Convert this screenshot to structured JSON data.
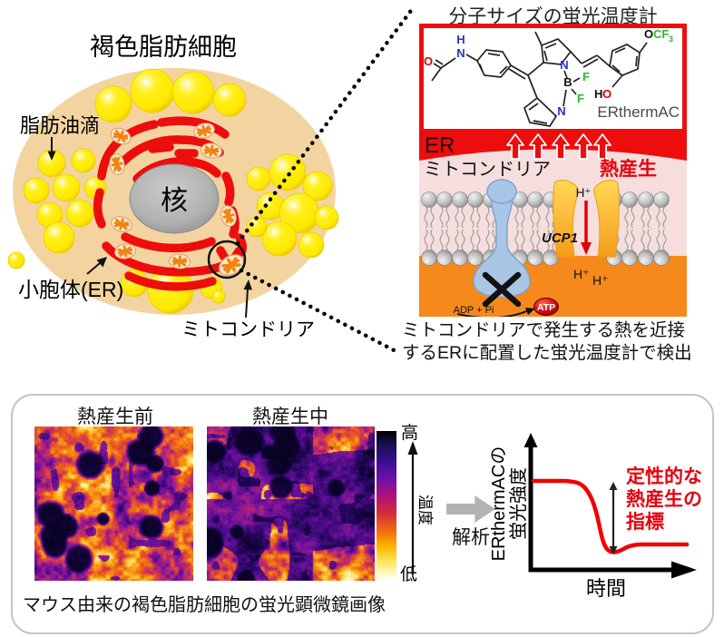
{
  "left_cell": {
    "title": "褐色脂肪細胞",
    "lipid_label": "脂肪油滴",
    "er_label": "小胞体(ER)",
    "mito_label": "ミトコンドリア",
    "nucleus_label": "核"
  },
  "thermo_panel": {
    "title": "分子サイズの蛍光温度計",
    "er_label": "ER",
    "mito_label": "ミトコンドリア",
    "heat_label": "熱産生",
    "ucp1_label": "UCP1",
    "h_plus": "H⁺",
    "adp_label": "ADP + Pi",
    "atp_label": "ATP",
    "caption1": "ミトコンドリアで発生する熱を近接",
    "caption2": "するERに配置した蛍光温度計で検出"
  },
  "molecule": {
    "o": "O",
    "h": "H",
    "n": "N",
    "b": "B",
    "f": "F",
    "ho_h": "H",
    "ho_o": "O",
    "ocf_o": "O",
    "ocf_cf": "CF",
    "ocf_sub": "3",
    "name": "ERthermAC"
  },
  "bottom_panel": {
    "label_before": "熱産生前",
    "label_during": "熱産生中",
    "scale_high": "高",
    "scale_low": "低",
    "scale_axis": "温度",
    "analysis_label": "解析",
    "caption": "マウス由来の褐色脂肪細胞の蛍光顕微鏡画像",
    "graph": {
      "ylabel1": "ERthermACの",
      "ylabel2": "蛍光強度",
      "xlabel": "時間",
      "note1": "定性的な",
      "note2": "熱産生の",
      "note3": "指標",
      "curve_points_time_vs_intensity": [
        [
          0,
          1.0
        ],
        [
          0.25,
          1.0
        ],
        [
          0.33,
          0.96
        ],
        [
          0.42,
          0.62
        ],
        [
          0.48,
          0.44
        ],
        [
          0.55,
          0.4
        ],
        [
          0.62,
          0.46
        ],
        [
          0.7,
          0.47
        ],
        [
          1.0,
          0.47
        ]
      ]
    },
    "microscopy": {
      "lut": [
        [
          0,
          6,
          2,
          28
        ],
        [
          0.14,
          38,
          6,
          96
        ],
        [
          0.3,
          102,
          16,
          160
        ],
        [
          0.46,
          180,
          34,
          128
        ],
        [
          0.58,
          228,
          75,
          44
        ],
        [
          0.72,
          248,
          136,
          12
        ],
        [
          0.85,
          255,
          202,
          48
        ],
        [
          1,
          255,
          248,
          205
        ]
      ],
      "img1": {
        "seed": 11,
        "gain": 1.0,
        "lift": 0.16,
        "nuclei": 12,
        "patchy": false
      },
      "img2": {
        "seed": 29,
        "gain": 0.9,
        "lift": 0.02,
        "nuclei": 12,
        "patchy": true
      }
    }
  },
  "colors": {
    "accent_red": "#ee0d0d",
    "heat_text_red": "#e8000d",
    "cell_body": "#f3d4a0",
    "lipid_yellow": "#ffe800",
    "mito_pink": "#f6dede",
    "matrix_orange": "#f5891c",
    "ucp1_yellow": "#ffd957",
    "synthase_blue": "#a9c6e6",
    "fluorine_green": "#2db82d",
    "nitrogen_blue": "#2233cc",
    "oxygen_red": "#dd0000"
  }
}
